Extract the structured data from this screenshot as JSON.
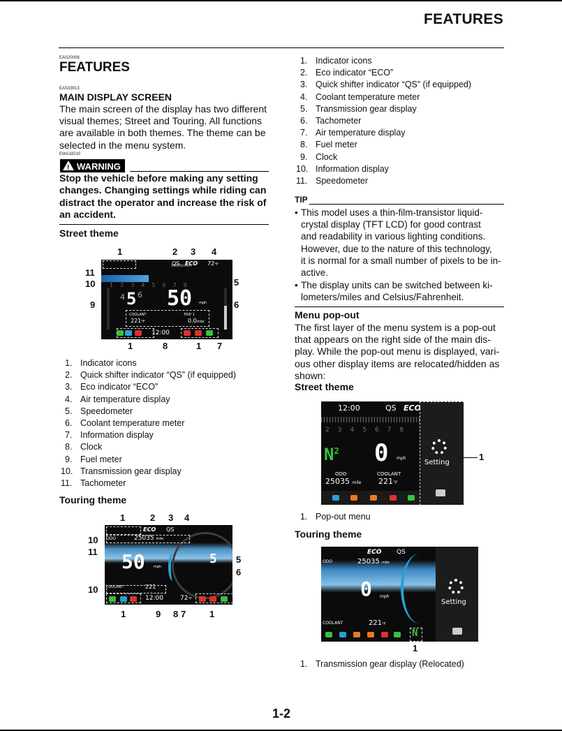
{
  "header": {
    "title": "FEATURES"
  },
  "left": {
    "code1": "EAS20008",
    "section_title": "FEATURES",
    "code2": "EAS33913",
    "subtitle": "MAIN DISPLAY SCREEN",
    "intro_lines": [
      "The main screen of the display has two different",
      "visual themes; Street and Touring. All functions",
      "are available in both themes. The theme can be",
      "selected in the menu system."
    ],
    "code3": "EWA18210",
    "warning_label": "WARNING",
    "warning_lines": [
      "Stop the vehicle before making any setting",
      "changes. Changing settings while riding can",
      "distract the operator and increase the risk of",
      "an accident."
    ],
    "street_heading": "Street theme",
    "street_list": [
      "Indicator icons",
      "Quick shifter indicator “QS” (if equipped)",
      "Eco indicator “ECO”",
      "Air temperature display",
      "Speedometer",
      "Coolant temperature meter",
      "Information display",
      "Clock",
      "Fuel meter",
      "Transmission gear display",
      "Tachometer"
    ],
    "touring_heading": "Touring theme"
  },
  "street_display": {
    "speed": "50",
    "unit": "mph",
    "gear": "5",
    "gear_neighbors_left": "4",
    "gear_neighbors_right": "6",
    "coolant_label": "COOLANT",
    "coolant_value": "221",
    "coolant_unit": "°F",
    "trip_label": "TRIP 1",
    "trip_value": "0.0",
    "trip_unit": "mile",
    "clock": "12:00",
    "qs": "QS",
    "eco": "ECO",
    "air_temp": "72",
    "air_unit": "°F",
    "rpm_label": "x1000r/min",
    "tach_ticks": [
      "1",
      "2",
      "3",
      "4",
      "5",
      "6",
      "7",
      "8"
    ],
    "callouts": {
      "c1a": "1",
      "c2": "2",
      "c3": "3",
      "c4": "4",
      "c11": "11",
      "c10": "10",
      "c5": "5",
      "c9": "9",
      "c6": "6",
      "c1b": "1",
      "c8": "8",
      "c1c": "1",
      "c7": "7"
    }
  },
  "touring_display": {
    "speed": "50",
    "unit": "mph",
    "gear": "5",
    "odo_label": "ODO",
    "odo_value": "25035",
    "odo_unit": "mile",
    "coolant_label": "COOLANT",
    "coolant_value": "221",
    "clock": "12:00",
    "air_temp": "72",
    "air_unit": "°F",
    "eco": "ECO",
    "qs": "QS",
    "callouts": {
      "c1": "1",
      "c2": "2",
      "c3": "3",
      "c4": "4",
      "c10a": "10",
      "c11": "11",
      "c5": "5",
      "c6": "6",
      "c10b": "10",
      "c1b": "1",
      "c9": "9",
      "c8": "8",
      "c7": "7",
      "c1c": "1"
    }
  },
  "right": {
    "main_list": [
      "Indicator icons",
      "Eco indicator “ECO”",
      "Quick shifter indicator “QS” (if equipped)",
      "Coolant temperature meter",
      "Transmission gear display",
      "Tachometer",
      "Air temperature display",
      "Fuel meter",
      "Clock",
      "Information display",
      "Speedometer"
    ],
    "tip_label": "TIP",
    "tip_bullets": [
      [
        "This model uses a thin-film-transistor liquid-",
        "crystal display (TFT LCD) for good contrast",
        "and readability in various lighting conditions.",
        "However, due to the nature of this technology,",
        "it is normal for a small number of pixels to be in-",
        "active."
      ],
      [
        "The display units can be switched between ki-",
        "lometers/miles and Celsius/Fahrenheit."
      ]
    ],
    "menu_heading": "Menu pop-out",
    "menu_lines": [
      "The first layer of the menu system is a pop-out",
      "that appears on the right side of the main dis-",
      "play. While the pop-out menu is displayed, vari-",
      "ous other display items are relocated/hidden as",
      "shown:"
    ],
    "street_heading": "Street theme",
    "popout_street": {
      "clock": "12:00",
      "qs": "QS",
      "eco": "ECO",
      "gear": "N",
      "gear_sup": "2",
      "speed": "0",
      "unit": "mph",
      "odo_label": "ODO",
      "odo_value": "25035",
      "odo_unit": "mile",
      "coolant_label": "COOLANT",
      "coolant_value": "221",
      "coolant_unit": "°F",
      "setting_label": "Setting",
      "callout": "1",
      "ticks": [
        "2",
        "3",
        "4",
        "5",
        "6",
        "7",
        "8"
      ]
    },
    "popout_street_list": [
      "Pop-out menu"
    ],
    "touring_heading": "Touring theme",
    "popout_touring": {
      "eco": "ECO",
      "qs": "QS",
      "odo_label": "ODO",
      "odo_value": "25035",
      "odo_unit": "mile",
      "speed": "0",
      "unit": "mph",
      "coolant_label": "COOLANT",
      "coolant_value": "221",
      "coolant_unit": "°F",
      "setting_label": "Setting",
      "gear": "N",
      "callout": "1"
    },
    "popout_touring_list": [
      "Transmission gear display (Relocated)"
    ]
  },
  "footer": {
    "page_number": "1-2"
  },
  "colors": {
    "blue": "#2a9fd6",
    "green": "#38c23a",
    "red": "#e0302a",
    "orange": "#e87a20"
  }
}
